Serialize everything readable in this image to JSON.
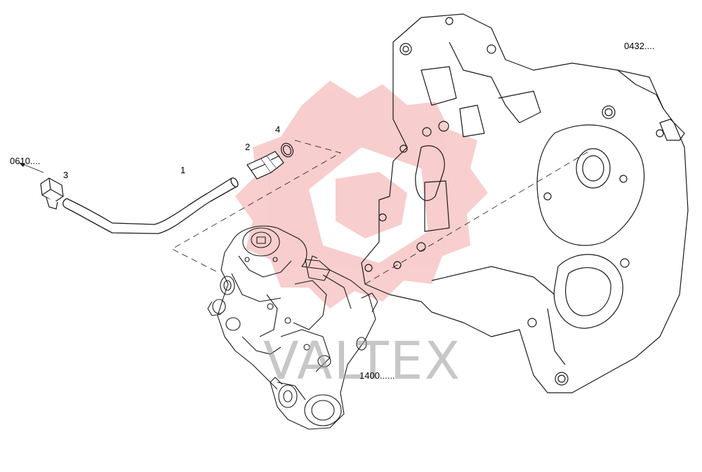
{
  "diagram": {
    "callouts": {
      "part_1": "1",
      "part_2": "2",
      "part_3": "3",
      "part_4": "4",
      "ref_0610": "0610....",
      "ref_0432": "0432....",
      "ref_1400": "1400......"
    },
    "watermark": {
      "text": "VALTEX",
      "gear_color": "#f3a6a6",
      "text_color": "#9a9a9a"
    },
    "colors": {
      "line": "#1a1a1a",
      "background": "#ffffff"
    }
  }
}
